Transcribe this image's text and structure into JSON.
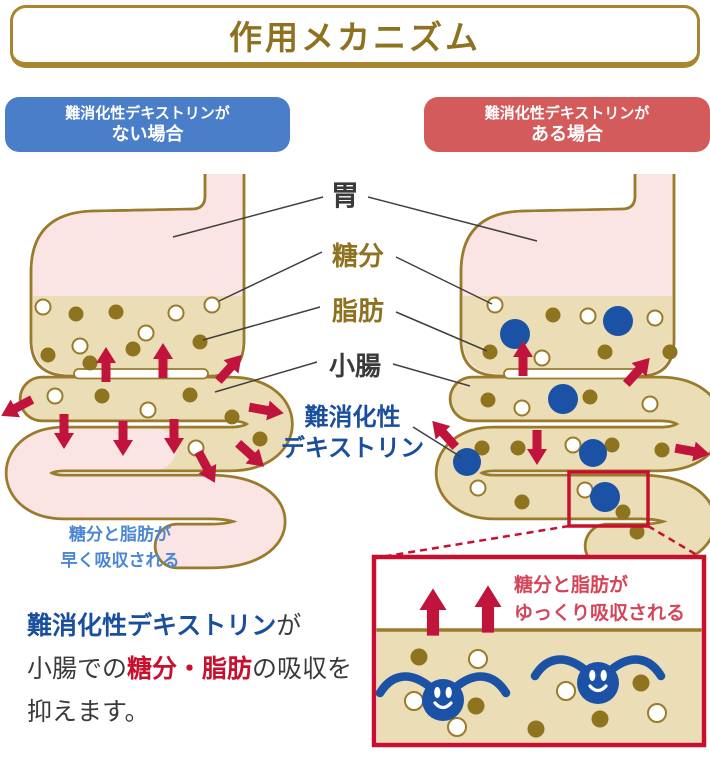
{
  "title": "作用メカニズム",
  "headers": {
    "without": {
      "line1": "難消化性デキストリンが",
      "line2": "ない場合"
    },
    "with": {
      "line1": "難消化性デキストリンが",
      "line2": "ある場合"
    }
  },
  "diagram_labels": {
    "stomach": "胃",
    "sugar": "糖分",
    "fat": "脂肪",
    "small_intestine": "小腸",
    "dextrin_line1": "難消化性",
    "dextrin_line2": "デキストリン"
  },
  "annotations": {
    "fast_line1": "糖分と脂肪が",
    "fast_line2": "早く吸収される",
    "slow_line1": "糖分と脂肪が",
    "slow_line2": "ゆっくり吸収される"
  },
  "summary": {
    "part1": "難消化性デキストリン",
    "part2": "が",
    "part3": "小腸での",
    "part4": "糖分・脂肪",
    "part5": "の吸収を",
    "part6": "抑えます。"
  },
  "icons": {
    "sugar_dot": "white-circle",
    "fat_dot": "gold-circle",
    "dextrin_dot": "blue-circle",
    "absorption_arrow": "red-arrow",
    "dextrin_character": "blue-smiley-with-arms"
  },
  "colors": {
    "title_gold": "#8e7220",
    "outline_gold": "#9a7b2c",
    "tan": "#ebddb5",
    "pink": "#fbe4e4",
    "blue_header": "#4a7ec8",
    "red_header": "#d45b5b",
    "arrow_red": "#c0143c",
    "box_red": "#c8102e",
    "dextrin_blue": "#1b52a5",
    "text_blue": "#1a4f9d",
    "light_blue": "#4b87d2",
    "slow_red": "#d5455a",
    "dark": "#3a3a3a",
    "fat_dot": "#8f7420",
    "dot_outline": "#9a7b2c"
  }
}
